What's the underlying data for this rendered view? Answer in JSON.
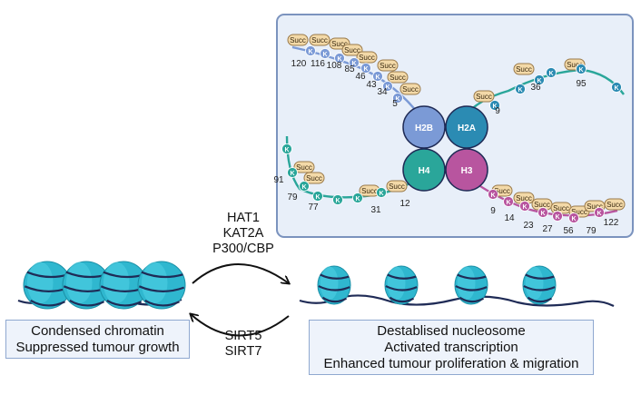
{
  "enzymes_forward": [
    "HAT1",
    "KAT2A",
    "P300/CBP"
  ],
  "enzymes_reverse": [
    "SIRT5",
    "SIRT7"
  ],
  "left_box": {
    "line1": "Condensed chromatin",
    "line2": "Suppressed tumour growth"
  },
  "right_box": {
    "line1": "Destablised nucleosome",
    "line2": "Activated transcription",
    "line3": "Enhanced tumour proliferation & migration"
  },
  "mod_label": "Succ",
  "lysine_label": "K",
  "histones": {
    "h2b": "H2B",
    "h2a": "H2A",
    "h4": "H4",
    "h3": "H3"
  },
  "sites": {
    "h2b": [
      "120",
      "116",
      "108",
      "85",
      "46",
      "43",
      "34",
      "5"
    ],
    "h2a": [
      "9",
      "36",
      "95"
    ],
    "h4": [
      "91",
      "79",
      "77",
      "31",
      "12"
    ],
    "h3": [
      "9",
      "14",
      "23",
      "27",
      "56",
      "79",
      "122"
    ]
  },
  "colors": {
    "h2b": "#7b9ad6",
    "h2a": "#2b8bb3",
    "h4": "#2aa69a",
    "h3": "#b8559f",
    "succ_fill": "#f3d9a8",
    "succ_stroke": "#9a7a4a",
    "panel_bg": "#e8eff9",
    "panel_border": "#7b93be",
    "nucleosome": "#2fb7cf",
    "dna": "#1f2b56"
  }
}
